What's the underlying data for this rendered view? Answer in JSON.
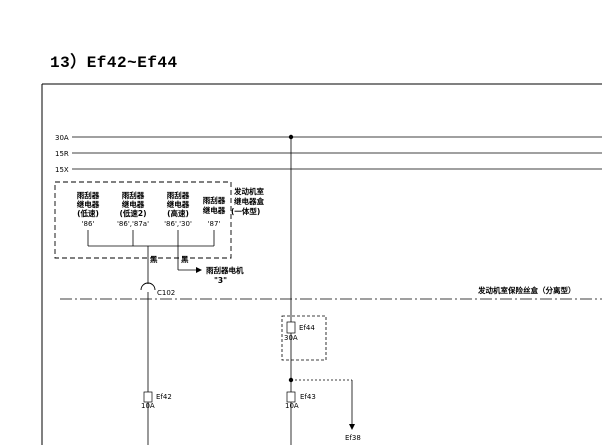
{
  "page_heading": "13）Ef42~Ef44",
  "rails": [
    {
      "label": "30A"
    },
    {
      "label": "15R"
    },
    {
      "label": "15X"
    }
  ],
  "relay_box": {
    "title_line1": "发动机室",
    "title_line2": "继电器盒",
    "title_line3": "(一体型)",
    "relays": [
      {
        "line1": "雨刮器",
        "line2": "继电器",
        "line3": "(低速)",
        "pins": "'86'"
      },
      {
        "line1": "雨刮器",
        "line2": "继电器",
        "line3": "(低速2)",
        "pins": "'86','87a'"
      },
      {
        "line1": "雨刮器",
        "line2": "继电器",
        "line3": "(高速)",
        "pins": "'86','30'"
      },
      {
        "line1": "雨刮器",
        "line2": "继电器",
        "line3": "",
        "pins": "'87'"
      }
    ]
  },
  "wire_color_1": "黑",
  "wire_color_2": "黑",
  "motor_label": "雨刮器电机",
  "motor_pin": "\"3\"",
  "connector": "C102",
  "fuse_box_label": "发动机室保险丝盒（分离型）",
  "fuses": [
    {
      "name": "Ef42",
      "rating": "10A"
    },
    {
      "name": "Ef44",
      "rating": "30A"
    },
    {
      "name": "Ef43",
      "rating": "10A"
    }
  ],
  "ef38_ref": "Ef38",
  "colors": {
    "line": "#000000",
    "background": "#ffffff"
  }
}
